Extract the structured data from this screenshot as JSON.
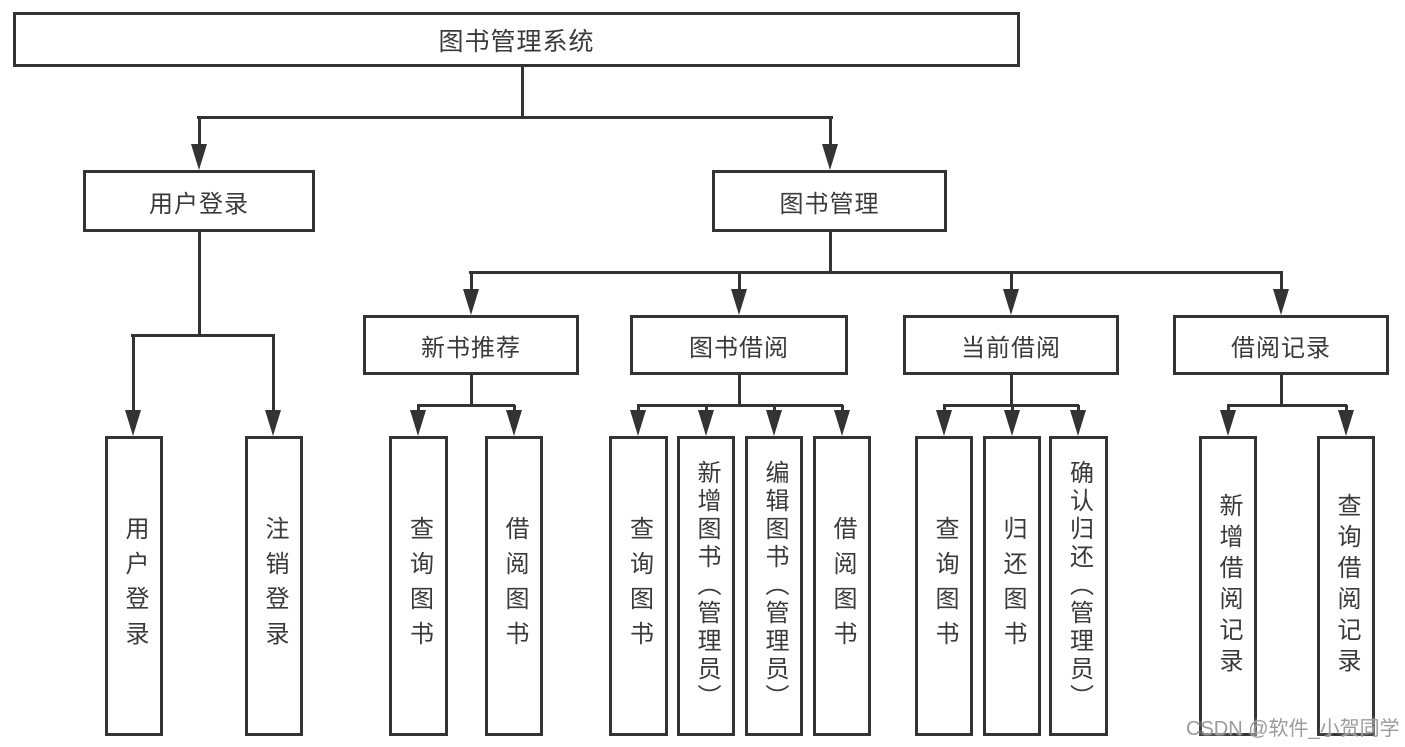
{
  "tree": {
    "root": {
      "label": "图书管理系统",
      "children": [
        {
          "label": "用户登录",
          "children": [
            {
              "label": "用户登录"
            },
            {
              "label": "注销登录"
            }
          ]
        },
        {
          "label": "图书管理",
          "children": [
            {
              "label": "新书推荐",
              "children": [
                {
                  "label": "查询图书"
                },
                {
                  "label": "借阅图书"
                }
              ]
            },
            {
              "label": "图书借阅",
              "children": [
                {
                  "label": "查询图书"
                },
                {
                  "label": "新增图书（管理员）"
                },
                {
                  "label": "编辑图书（管理员）"
                },
                {
                  "label": "借阅图书"
                }
              ]
            },
            {
              "label": "当前借阅",
              "children": [
                {
                  "label": "查询图书"
                },
                {
                  "label": "归还图书"
                },
                {
                  "label": "确认归还（管理员）"
                }
              ]
            },
            {
              "label": "借阅记录",
              "children": [
                {
                  "label": "新增借阅记录"
                },
                {
                  "label": "查询借阅记录"
                }
              ]
            }
          ]
        }
      ]
    }
  },
  "watermark": {
    "text": "CSDN @软件_小贺同学"
  },
  "colors": {
    "line": "#333333",
    "text": "#3a3a3a",
    "watermark": "#9b9b9b",
    "background": "#ffffff"
  }
}
